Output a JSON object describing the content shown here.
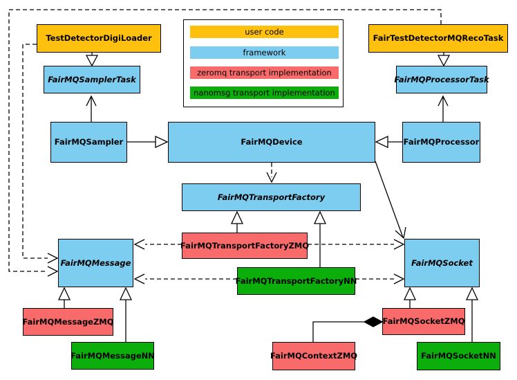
{
  "legend": {
    "items": [
      {
        "label": "user code",
        "color": "#FFC10D"
      },
      {
        "label": "framework",
        "color": "#7DCDF0"
      },
      {
        "label": "zeromq transport implementation",
        "color": "#F96B6B"
      },
      {
        "label": "nanomsg transport implementation",
        "color": "#0BAE0B"
      }
    ]
  },
  "nodes": {
    "testDetectorDigiLoader": {
      "label": "TestDetectorDigiLoader",
      "category": "user code",
      "abstract": false
    },
    "fairTestDetectorMQRecoTask": {
      "label": "FairTestDetectorMQRecoTask",
      "category": "user code",
      "abstract": false
    },
    "fairMQSamplerTask": {
      "label": "FairMQSamplerTask",
      "category": "framework",
      "abstract": true
    },
    "fairMQProcessorTask": {
      "label": "FairMQProcessorTask",
      "category": "framework",
      "abstract": true
    },
    "fairMQSampler": {
      "label": "FairMQSampler",
      "category": "framework",
      "abstract": false
    },
    "fairMQDevice": {
      "label": "FairMQDevice",
      "category": "framework",
      "abstract": false
    },
    "fairMQProcessor": {
      "label": "FairMQProcessor",
      "category": "framework",
      "abstract": false
    },
    "fairMQTransportFactory": {
      "label": "FairMQTransportFactory",
      "category": "framework",
      "abstract": true
    },
    "fairMQTransportFactoryZMQ": {
      "label": "FairMQTransportFactoryZMQ",
      "category": "zeromq transport implementation",
      "abstract": false
    },
    "fairMQTransportFactoryNN": {
      "label": "FairMQTransportFactoryNN",
      "category": "nanomsg transport implementation",
      "abstract": false
    },
    "fairMQMessage": {
      "label": "FairMQMessage",
      "category": "framework",
      "abstract": true
    },
    "fairMQSocket": {
      "label": "FairMQSocket",
      "category": "framework",
      "abstract": true
    },
    "fairMQMessageZMQ": {
      "label": "FairMQMessageZMQ",
      "category": "zeromq transport implementation",
      "abstract": false
    },
    "fairMQMessageNN": {
      "label": "FairMQMessageNN",
      "category": "nanomsg transport implementation",
      "abstract": false
    },
    "fairMQSocketZMQ": {
      "label": "FairMQSocketZMQ",
      "category": "zeromq transport implementation",
      "abstract": false
    },
    "fairMQSocketNN": {
      "label": "FairMQSocketNN",
      "category": "nanomsg transport implementation",
      "abstract": false
    },
    "fairMQContextZMQ": {
      "label": "FairMQContextZMQ",
      "category": "zeromq transport implementation",
      "abstract": false
    }
  },
  "edges": [
    {
      "from": "TestDetectorDigiLoader",
      "to": "FairMQSamplerTask",
      "type": "inheritance",
      "style": "solid"
    },
    {
      "from": "FairMQSampler",
      "to": "FairMQSamplerTask",
      "type": "association",
      "style": "solid"
    },
    {
      "from": "FairTestDetectorMQRecoTask",
      "to": "FairMQProcessorTask",
      "type": "inheritance",
      "style": "solid"
    },
    {
      "from": "FairMQProcessor",
      "to": "FairMQProcessorTask",
      "type": "association",
      "style": "solid"
    },
    {
      "from": "FairMQSampler",
      "to": "FairMQDevice",
      "type": "inheritance",
      "style": "solid"
    },
    {
      "from": "FairMQProcessor",
      "to": "FairMQDevice",
      "type": "inheritance",
      "style": "solid"
    },
    {
      "from": "FairMQDevice",
      "to": "FairMQTransportFactory",
      "type": "dependency",
      "style": "dashed"
    },
    {
      "from": "FairMQDevice",
      "to": "FairMQSocket",
      "type": "association",
      "style": "solid"
    },
    {
      "from": "FairMQTransportFactoryZMQ",
      "to": "FairMQTransportFactory",
      "type": "inheritance",
      "style": "solid"
    },
    {
      "from": "FairMQTransportFactoryNN",
      "to": "FairMQTransportFactory",
      "type": "inheritance",
      "style": "solid"
    },
    {
      "from": "FairMQTransportFactoryZMQ",
      "to": "FairMQMessage",
      "type": "dependency",
      "style": "dashed"
    },
    {
      "from": "FairMQTransportFactoryZMQ",
      "to": "FairMQSocket",
      "type": "dependency",
      "style": "dashed"
    },
    {
      "from": "FairMQTransportFactoryNN",
      "to": "FairMQMessage",
      "type": "dependency",
      "style": "dashed"
    },
    {
      "from": "FairMQTransportFactoryNN",
      "to": "FairMQSocket",
      "type": "dependency",
      "style": "dashed"
    },
    {
      "from": "FairTestDetectorMQRecoTask",
      "to": "FairMQMessage",
      "type": "dependency",
      "style": "dashed"
    },
    {
      "from": "TestDetectorDigiLoader",
      "to": "FairMQMessage",
      "type": "dependency",
      "style": "dashed"
    },
    {
      "from": "FairMQMessageZMQ",
      "to": "FairMQMessage",
      "type": "inheritance",
      "style": "solid"
    },
    {
      "from": "FairMQMessageNN",
      "to": "FairMQMessage",
      "type": "inheritance",
      "style": "solid"
    },
    {
      "from": "FairMQSocketZMQ",
      "to": "FairMQSocket",
      "type": "inheritance",
      "style": "solid"
    },
    {
      "from": "FairMQSocketNN",
      "to": "FairMQSocket",
      "type": "inheritance",
      "style": "solid"
    },
    {
      "from": "FairMQContextZMQ",
      "to": "FairMQSocketZMQ",
      "type": "composition",
      "style": "solid"
    }
  ]
}
